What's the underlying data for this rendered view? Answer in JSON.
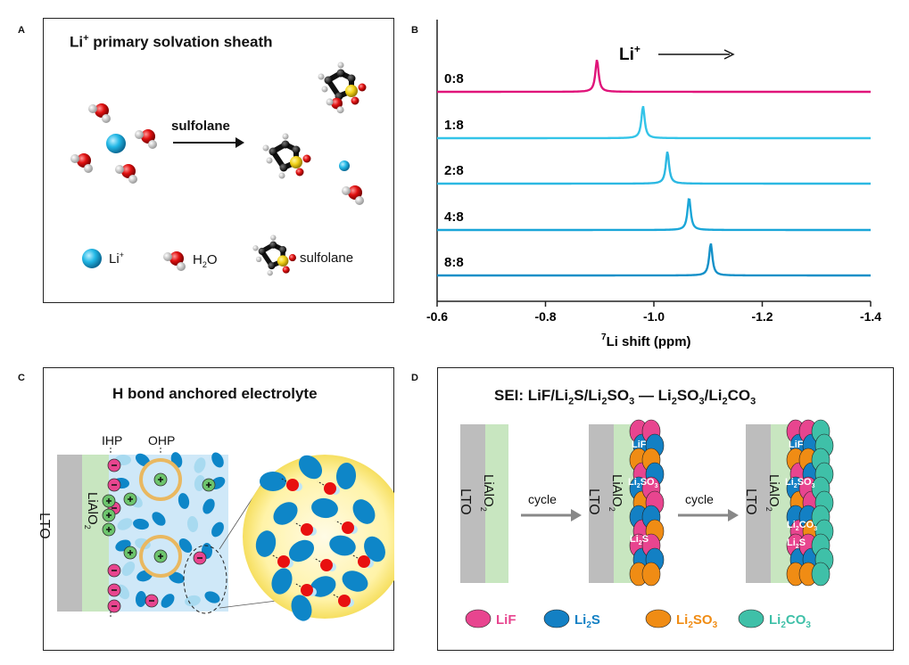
{
  "panels": {
    "a": {
      "label": "A",
      "title_main": "Li",
      "title_sup": "+",
      "title_rest": " primary solvation sheath",
      "arrow_label": "sulfolane",
      "legend": {
        "li_main": "Li",
        "li_sup": "+",
        "water_h": "H",
        "water_sub": "2",
        "water_o": "O",
        "sulfolane": "sulfolane"
      }
    },
    "b": {
      "label": "B",
      "li_main": "Li",
      "li_sup": "+",
      "xlabel_sup": "7",
      "xlabel_rest": "Li shift (ppm)"
    },
    "c": {
      "label": "C",
      "title": "H bond anchored electrolyte",
      "ihp": "IHP",
      "ohp": "OHP",
      "lto": "LTO",
      "lialo_main": "LiAlO",
      "lialo_sub": "2"
    },
    "d": {
      "label": "D",
      "title_parts": [
        "SEI: LiF/Li",
        "2",
        "S/Li",
        "2",
        "SO",
        "3",
        " — Li",
        "2",
        "SO",
        "3",
        "/Li",
        "2",
        "CO",
        "3"
      ],
      "lto": "LTO",
      "lialo_main": "LiAlO",
      "lialo_sub": "2",
      "cycle1": "cycle",
      "cycle2": "cycle",
      "tag_lif": "LiF",
      "tag_li2so3": [
        "Li",
        "2",
        "SO",
        "3"
      ],
      "tag_li2s": [
        "Li",
        "2",
        "S"
      ],
      "tag_li2co3": [
        "Li",
        "2",
        "CO",
        "3"
      ],
      "legend": {
        "lif": "LiF",
        "li2s": [
          "Li",
          "2",
          "S"
        ],
        "li2so3": [
          "Li",
          "2",
          "SO",
          "3"
        ],
        "li2co3": [
          "Li",
          "2",
          "CO",
          "3"
        ]
      },
      "colors": {
        "lif": "#e8458f",
        "li2s": "#1380c4",
        "li2so3": "#f08c14",
        "li2co3": "#3fc0a8"
      }
    }
  },
  "chart_data": {
    "type": "line",
    "title": "",
    "xlabel": "7Li shift (ppm)",
    "ylabel": "",
    "xlim": [
      -0.6,
      -1.4
    ],
    "x_ticks": [
      "-0.6",
      "-0.8",
      "-1.0",
      "-1.2",
      "-1.4"
    ],
    "grid": false,
    "series": [
      {
        "name": "0:8",
        "peak_ppm": -0.895,
        "color": "#e0147a"
      },
      {
        "name": "1:8",
        "peak_ppm": -0.98,
        "color": "#33c4e8"
      },
      {
        "name": "2:8",
        "peak_ppm": -1.025,
        "color": "#2cb8e2"
      },
      {
        "name": "4:8",
        "peak_ppm": -1.065,
        "color": "#1aa6d8"
      },
      {
        "name": "8:8",
        "peak_ppm": -1.105,
        "color": "#1390c8"
      }
    ]
  }
}
